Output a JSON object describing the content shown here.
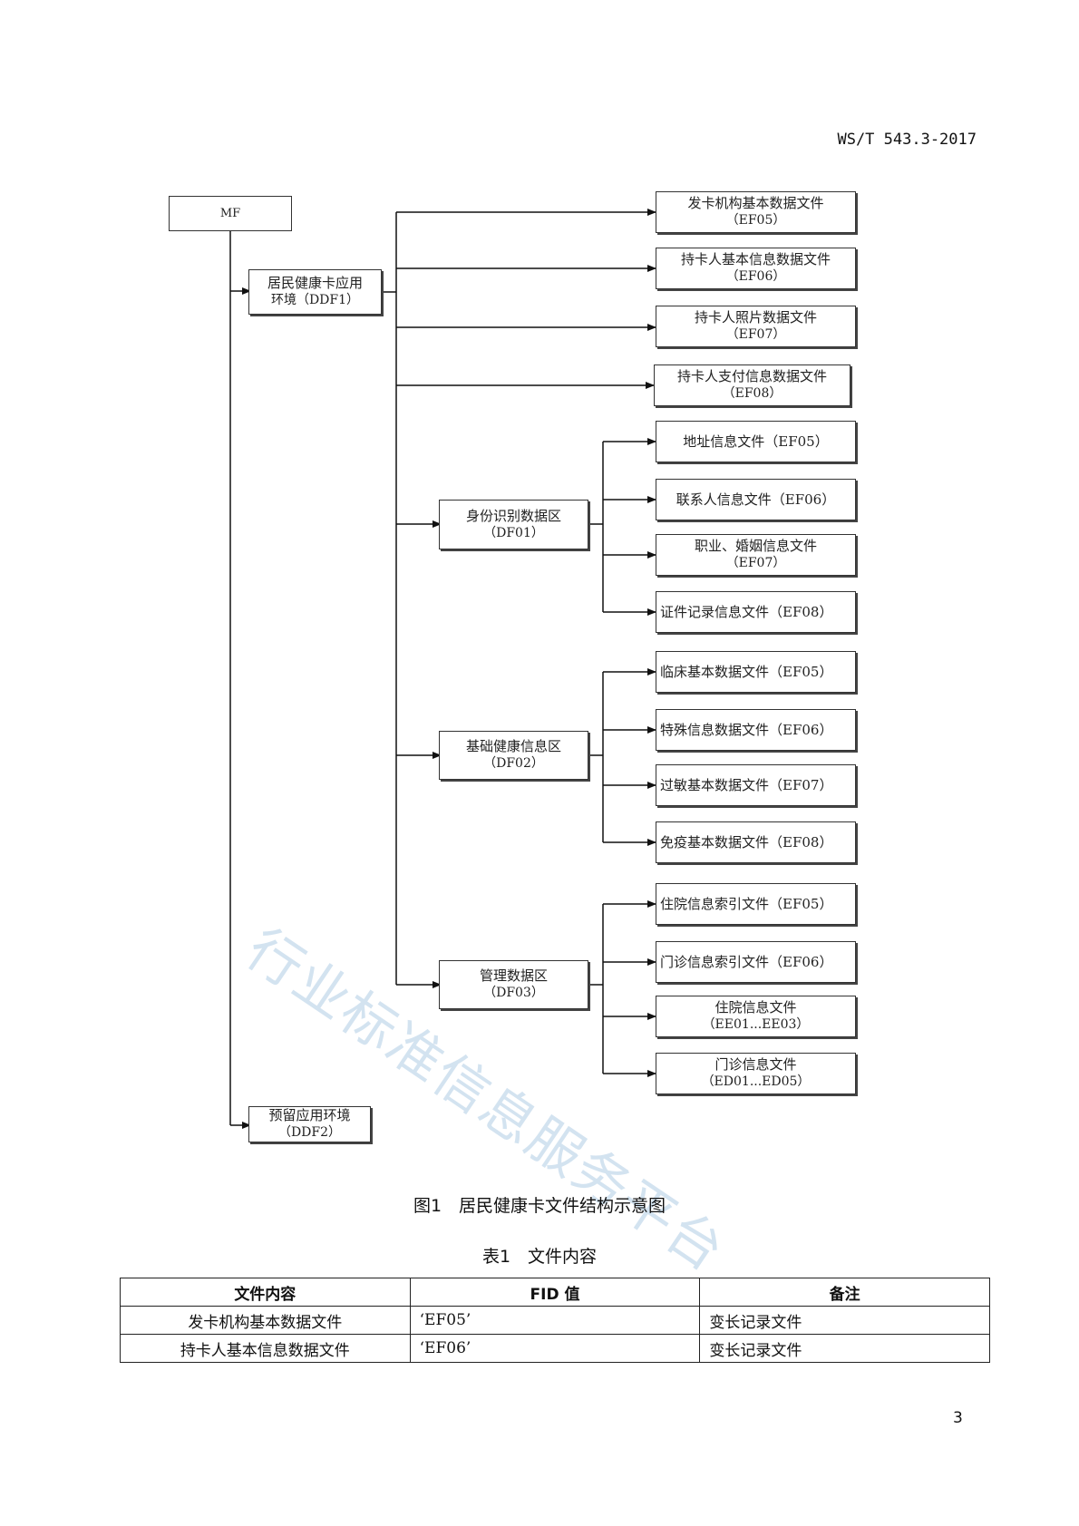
{
  "header": {
    "standard_number": "WS/T 543.3-2017"
  },
  "diagram": {
    "nodes": {
      "mf": {
        "line1": "MF",
        "line2": ""
      },
      "ddf1": {
        "line1": "居民健康卡应用",
        "line2": "环境（DDF1）"
      },
      "ddf2": {
        "line1": "预留应用环境",
        "line2": "（DDF2）"
      },
      "ef05": {
        "line1": "发卡机构基本数据文件",
        "line2": "（EF05）"
      },
      "ef06": {
        "line1": "持卡人基本信息数据文件",
        "line2": "（EF06）"
      },
      "ef07": {
        "line1": "持卡人照片数据文件",
        "line2": "（EF07）"
      },
      "ef08": {
        "line1": "持卡人支付信息数据文件",
        "line2": "（EF08）"
      },
      "df01": {
        "line1": "身份识别数据区",
        "line2": "（DF01）"
      },
      "df01_ef05": {
        "line1": "地址信息文件（EF05）",
        "line2": ""
      },
      "df01_ef06": {
        "line1": "联系人信息文件（EF06）",
        "line2": ""
      },
      "df01_ef07": {
        "line1": "职业、婚姻信息文件",
        "line2": "（EF07）"
      },
      "df01_ef08": {
        "line1": "证件记录信息文件（EF08）",
        "line2": ""
      },
      "df02": {
        "line1": "基础健康信息区",
        "line2": "（DF02）"
      },
      "df02_ef05": {
        "line1": "临床基本数据文件（EF05）",
        "line2": ""
      },
      "df02_ef06": {
        "line1": "特殊信息数据文件（EF06）",
        "line2": ""
      },
      "df02_ef07": {
        "line1": "过敏基本数据文件（EF07）",
        "line2": ""
      },
      "df02_ef08": {
        "line1": "免疫基本数据文件（EF08）",
        "line2": ""
      },
      "df03": {
        "line1": "管理数据区",
        "line2": "（DF03）"
      },
      "df03_ef05": {
        "line1": "住院信息索引文件（EF05）",
        "line2": ""
      },
      "df03_ef06": {
        "line1": "门诊信息索引文件（EF06）",
        "line2": ""
      },
      "df03_ee": {
        "line1": "住院信息文件",
        "line2": "（EE01...EE03）"
      },
      "df03_ed": {
        "line1": "门诊信息文件",
        "line2": "（ED01...ED05）"
      }
    }
  },
  "watermark": "行业标准信息服务平台",
  "figure_caption": "图1　居民健康卡文件结构示意图",
  "table_caption": "表1　文件内容",
  "table": {
    "headers": [
      "文件内容",
      "FID 值",
      "备注"
    ],
    "rows": [
      [
        "发卡机构基本数据文件",
        "‘EF05’",
        "变长记录文件"
      ],
      [
        "持卡人基本信息数据文件",
        "‘EF06’",
        "变长记录文件"
      ]
    ]
  },
  "page_number": "3"
}
